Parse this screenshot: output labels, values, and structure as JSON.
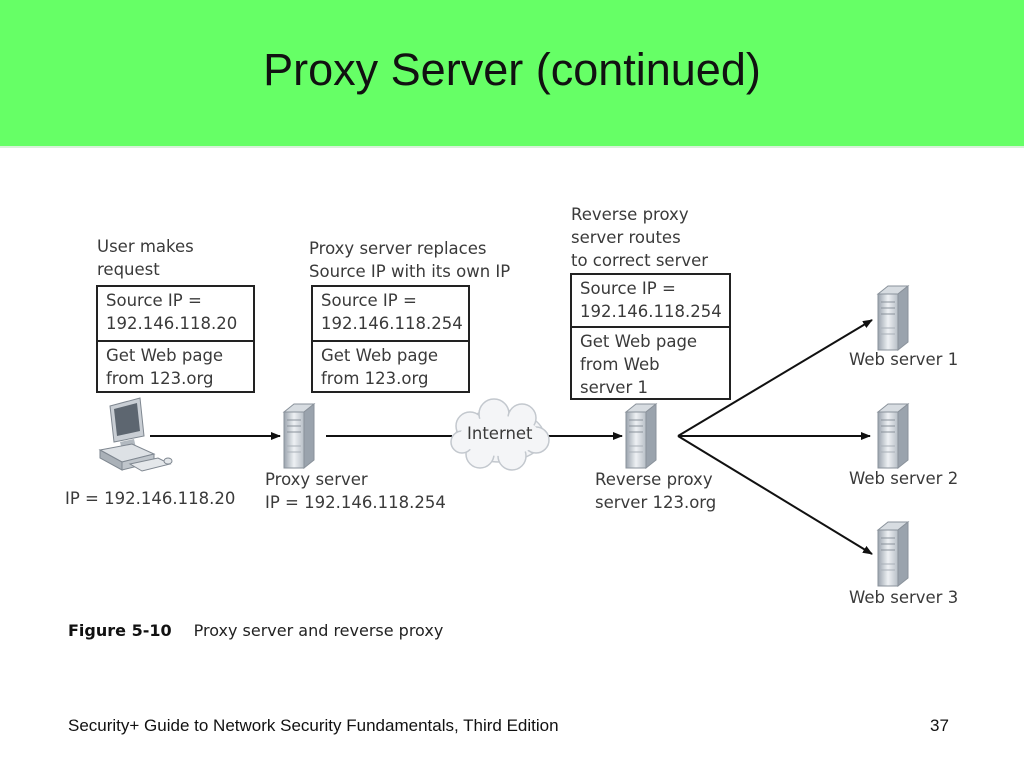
{
  "slide": {
    "title": "Proxy Server (continued)",
    "footer": "Security+ Guide to Network Security Fundamentals, Third Edition",
    "page_number": "37",
    "colors": {
      "title_bar": "#66ff66",
      "ink": "#222222",
      "text": "#3a3a3a"
    }
  },
  "figure": {
    "caption_label": "Figure 5-10",
    "caption_text": "Proxy server and reverse proxy",
    "notes": {
      "user": [
        "User makes",
        "request"
      ],
      "proxy": [
        "Proxy server replaces",
        "Source IP with its own IP"
      ],
      "reverse": [
        "Reverse proxy",
        "server routes",
        "to correct server"
      ]
    },
    "boxes": {
      "user": {
        "top": [
          "Source IP =",
          "192.146.118.20"
        ],
        "bottom": [
          "Get Web page",
          "from 123.org"
        ]
      },
      "proxy": {
        "top": [
          "Source IP =",
          "192.146.118.254"
        ],
        "bottom": [
          "Get Web page",
          "from 123.org"
        ]
      },
      "reverse": {
        "top": [
          "Source IP =",
          "192.146.118.254"
        ],
        "bottom": [
          "Get Web page",
          "from Web",
          "server 1"
        ]
      }
    },
    "nodes": {
      "client": [
        "IP = 192.146.118.20"
      ],
      "proxy": [
        "Proxy server",
        "IP = 192.146.118.254"
      ],
      "internet": "Internet",
      "reverse": [
        "Reverse proxy",
        "server 123.org"
      ],
      "web1": "Web server 1",
      "web2": "Web server 2",
      "web3": "Web server 3"
    },
    "icons": {
      "client": "desktop-computer-icon",
      "server": "server-tower-icon",
      "cloud": "cloud-icon"
    }
  }
}
